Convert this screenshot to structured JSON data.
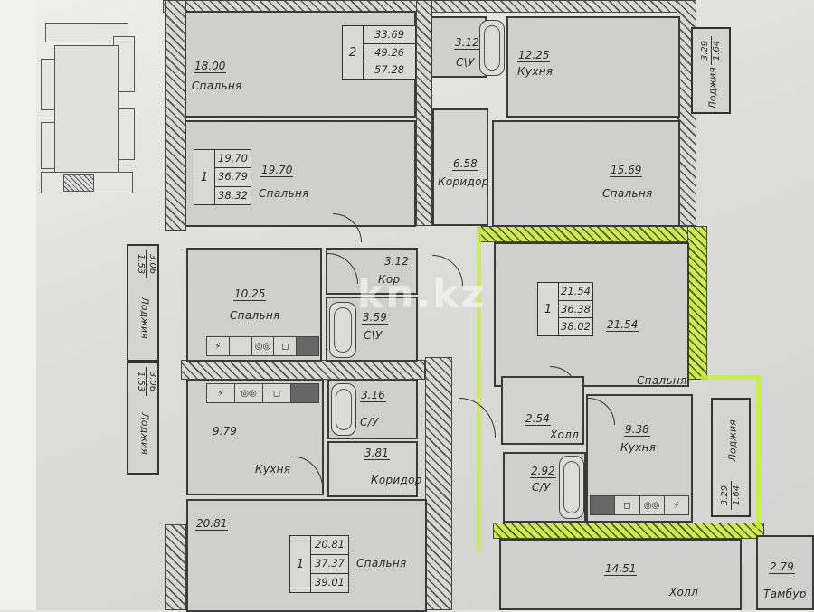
{
  "plan": {
    "title": "Floor plan (apartments)",
    "highlight_color": "#c8f03a",
    "watermark": "kn.kz"
  },
  "apartments": [
    {
      "id": "apt-2room-top",
      "rooms": 2,
      "living_area": "33.69",
      "total_area": "49.26",
      "area_with_balcony": "57.28"
    },
    {
      "id": "apt-1room-a",
      "rooms": 1,
      "living_area": "19.70",
      "total_area": "36.79",
      "area_with_balcony": "38.32"
    },
    {
      "id": "apt-1room-highlighted",
      "rooms": 1,
      "living_area": "21.54",
      "total_area": "36.38",
      "area_with_balcony": "38.02",
      "highlighted": true
    },
    {
      "id": "apt-1room-bottom",
      "rooms": 1,
      "living_area": "20.81",
      "total_area": "37.37",
      "area_with_balcony": "39.01"
    }
  ],
  "rooms": {
    "bed_18": {
      "area": "18.00",
      "name": "Спальня"
    },
    "su_312": {
      "area": "3.12",
      "name": "С\\У"
    },
    "kitchen_1225": {
      "area": "12.25",
      "name": "Кухня"
    },
    "loggia_tr": {
      "area1": "3.29",
      "area2": "1.64",
      "name": "Лоджия"
    },
    "bed_1970": {
      "area": "19.70",
      "name": "Спальня"
    },
    "corridor_658": {
      "area": "6.58",
      "name": "Коридор"
    },
    "bed_1569": {
      "area": "15.69",
      "name": "Спальня"
    },
    "loggia_l1": {
      "area1": "3.06",
      "area2": "1.53",
      "name": "Лоджия"
    },
    "bed_1025": {
      "area": "10.25",
      "name": "Спальня"
    },
    "kor_312": {
      "area": "3.12",
      "name": "Кор"
    },
    "su_359": {
      "area": "3.59",
      "name": "С\\У"
    },
    "loggia_l2": {
      "area1": "3.06",
      "area2": "1.53",
      "name": "Лоджия"
    },
    "kitchen_979": {
      "area": "9.79",
      "name": "Кухня"
    },
    "su_316": {
      "area": "3.16",
      "name": "С/У"
    },
    "corridor_381": {
      "area": "3.81",
      "name": "Коридор"
    },
    "bed_2081": {
      "area": "20.81",
      "name": "Спальня"
    },
    "bed_2154": {
      "area": "21.54",
      "name": "Спальня"
    },
    "hall_254": {
      "area": "2.54",
      "name": "Холл"
    },
    "kitchen_938": {
      "area": "9.38",
      "name": "Кухня"
    },
    "su_292": {
      "area": "2.92",
      "name": "С/У"
    },
    "loggia_r2": {
      "area1": "3.29",
      "area2": "1.64",
      "name": "Лоджия"
    },
    "hall_1451": {
      "area": "14.51",
      "name": "Холл"
    },
    "tambur_279": {
      "area": "2.79",
      "name": "Тамбур"
    }
  },
  "icons": {
    "stove": "◎◎",
    "sink": "◻",
    "riser": "⚡"
  }
}
